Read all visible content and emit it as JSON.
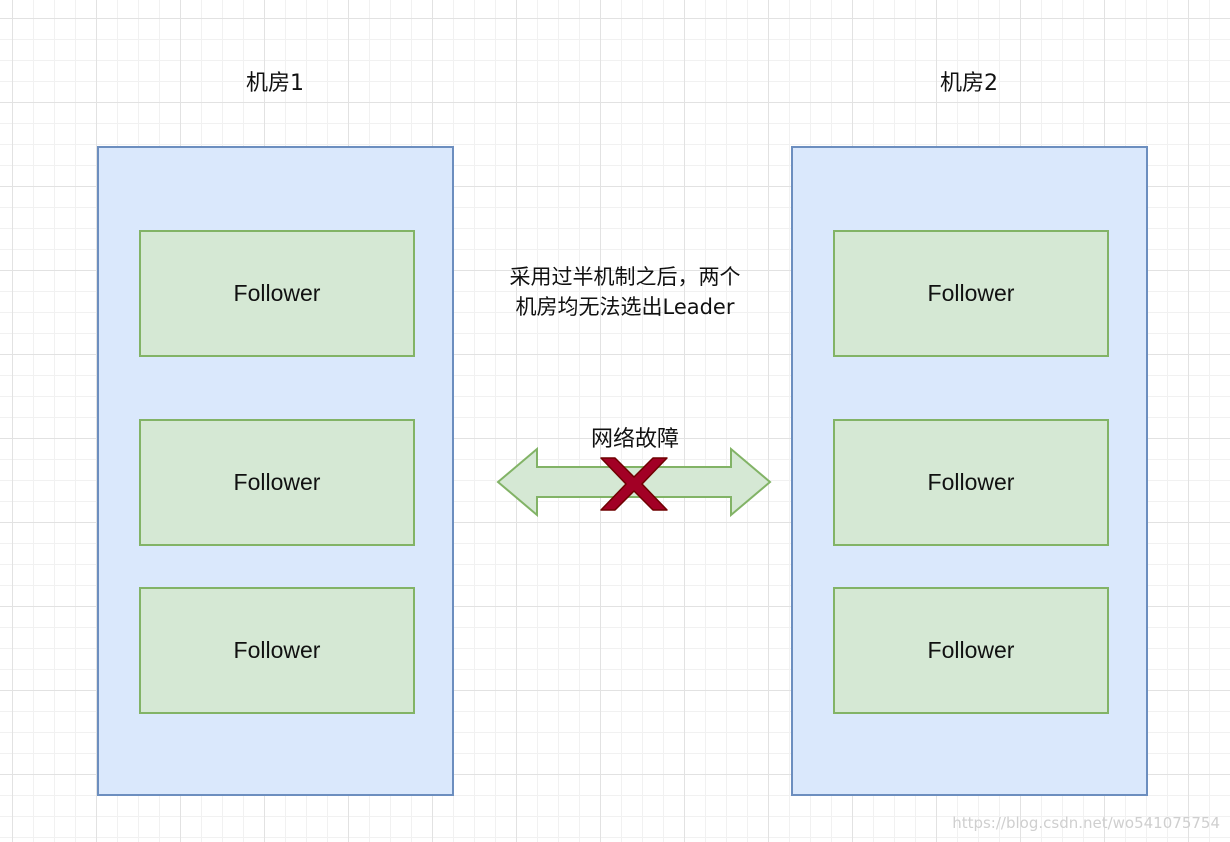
{
  "diagram": {
    "rooms": [
      {
        "title": "机房1",
        "nodes": [
          "Follower",
          "Follower",
          "Follower"
        ]
      },
      {
        "title": "机房2",
        "nodes": [
          "Follower",
          "Follower",
          "Follower"
        ]
      }
    ],
    "note_lines": [
      "采用过半机制之后，两个",
      "机房均无法选出Leader"
    ],
    "link_label": "网络故障",
    "link_status": "broken",
    "watermark": "https://blog.csdn.net/wo541075754"
  },
  "colors": {
    "room_fill": "#dae8fc",
    "room_border": "#6c8ebf",
    "node_fill": "#d5e8d4",
    "node_border": "#82b366",
    "cross": "#a20025"
  },
  "icons": {
    "link_arrow": "double-arrow-icon",
    "failure_marker": "cross-icon"
  }
}
